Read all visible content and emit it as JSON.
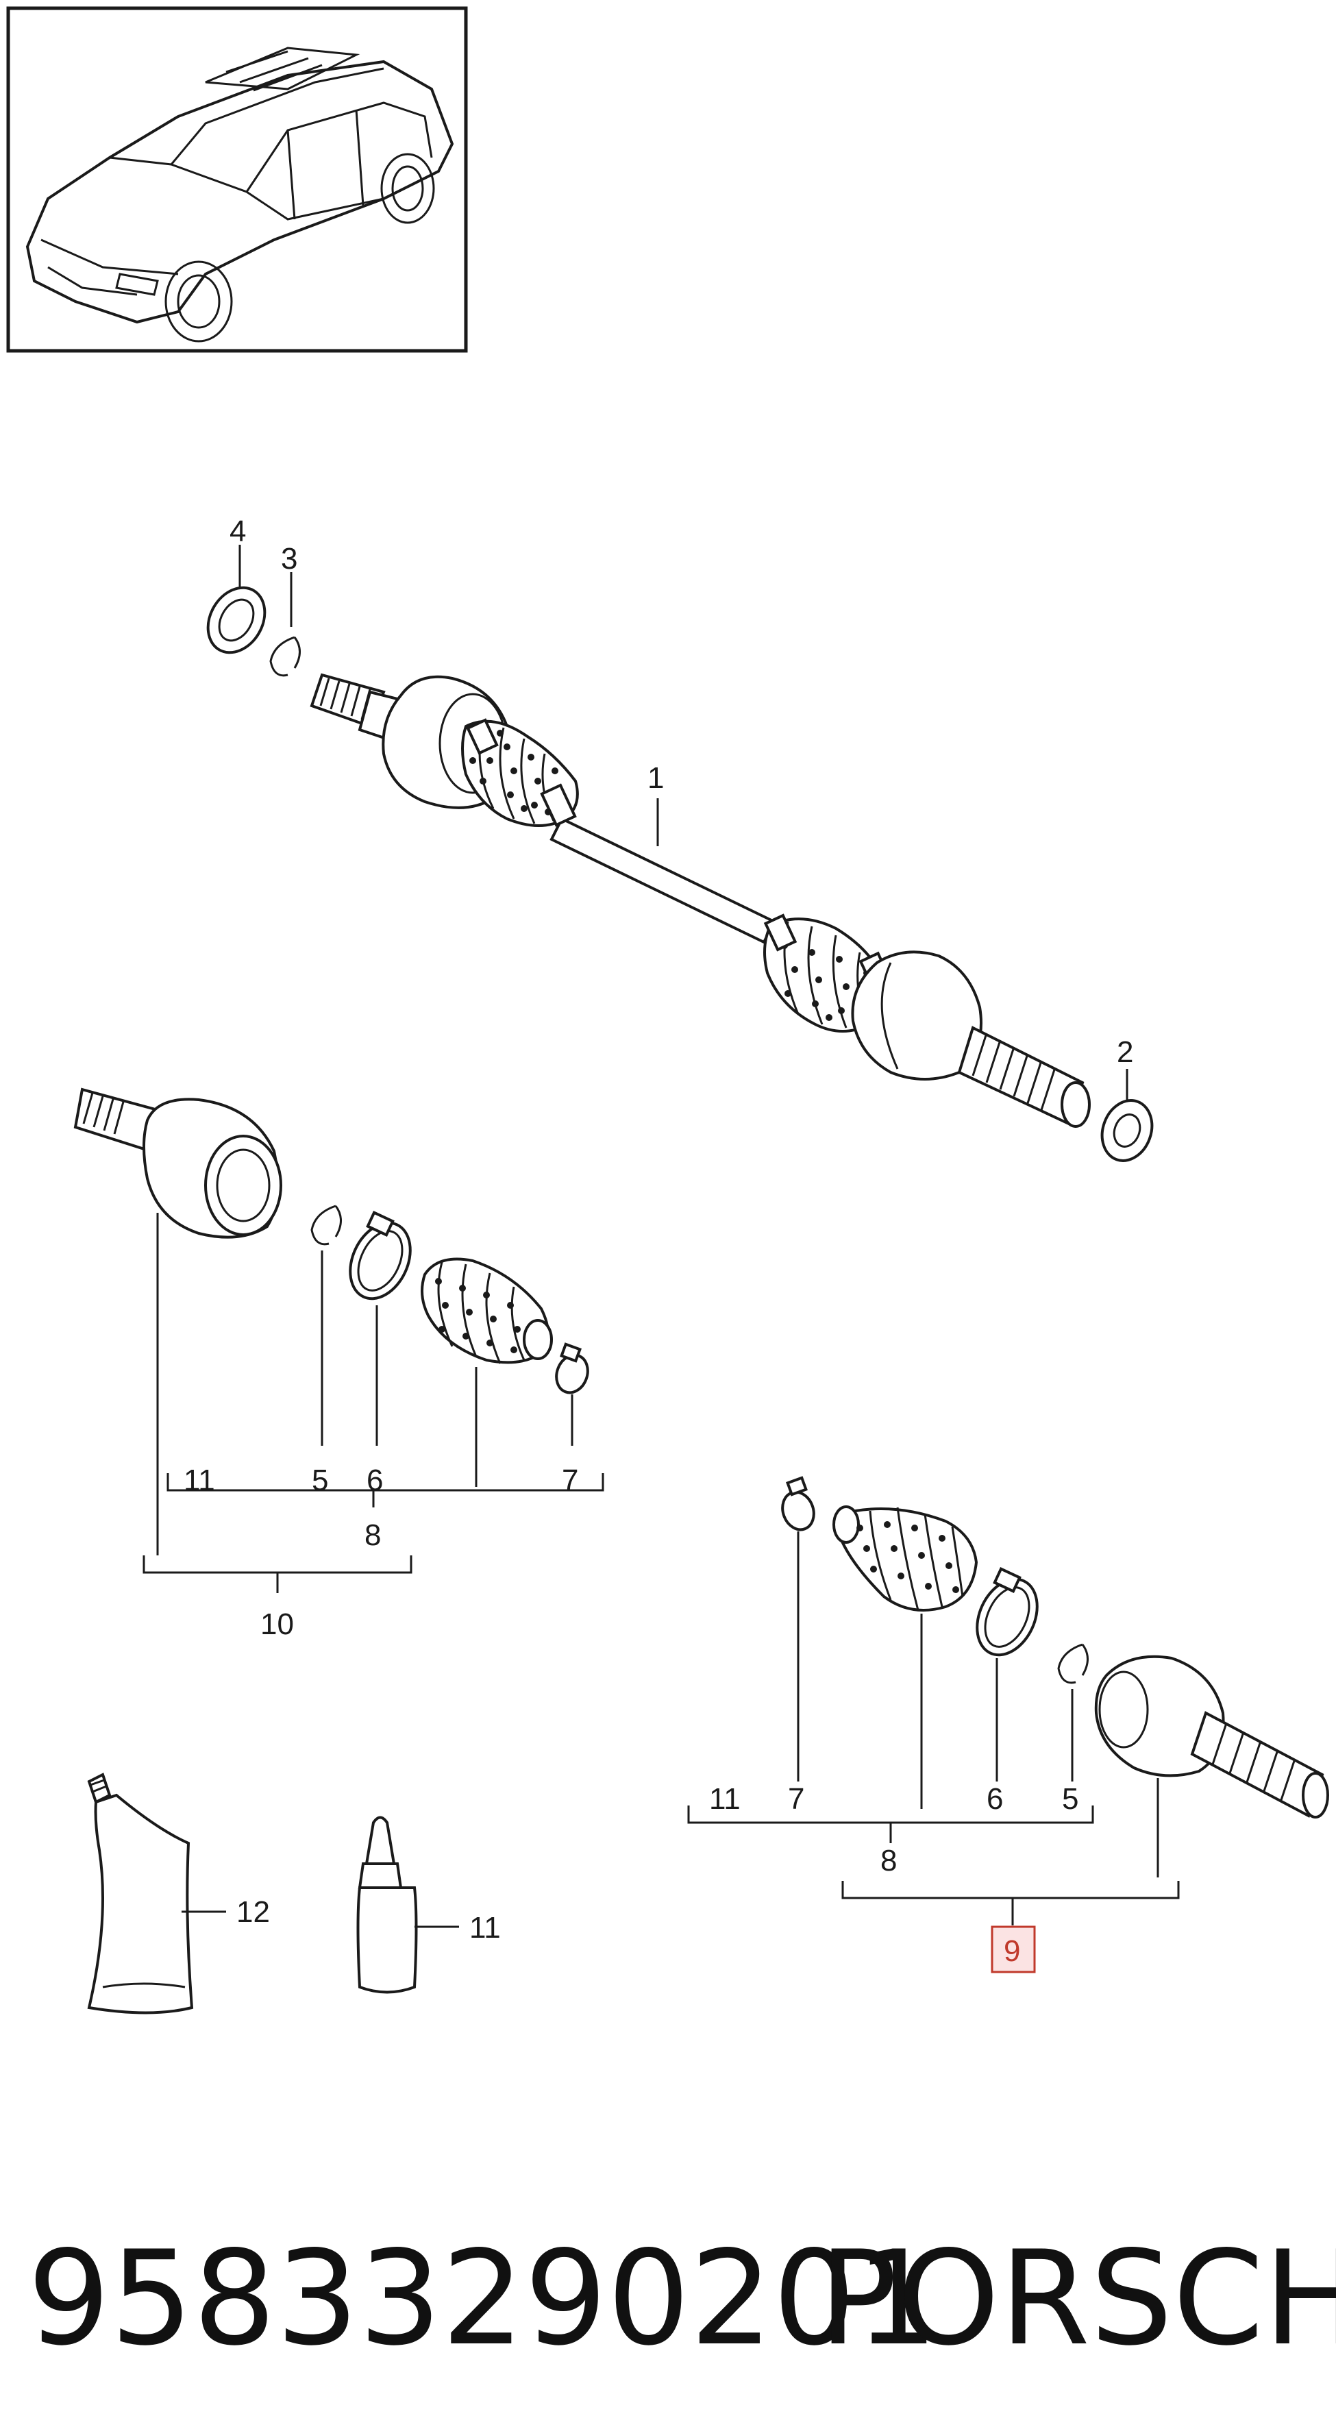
{
  "diagram": {
    "callouts": {
      "c1": "1",
      "c2": "2",
      "c3": "3",
      "c4": "4",
      "inner_c11": "11",
      "inner_c5": "5",
      "inner_c6": "6",
      "inner_c7": "7",
      "inner_c8": "8",
      "inner_c10": "10",
      "outer_c11": "11",
      "outer_c7": "7",
      "outer_c6": "6",
      "outer_c5": "5",
      "outer_c8": "8",
      "outer_c9": "9",
      "c12": "12",
      "c11_bottle": "11"
    },
    "highlight_color": "#c0392b",
    "highlight_fill": "#fbe3e3"
  },
  "footer": {
    "part_number": "95833290201",
    "brand": "PORSCHE"
  }
}
